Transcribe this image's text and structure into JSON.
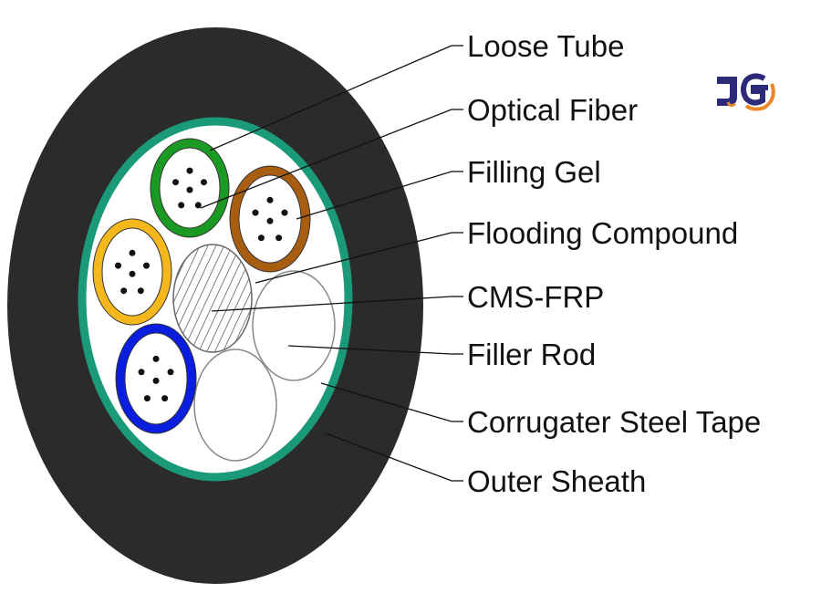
{
  "labels": {
    "loose_tube": "Loose Tube",
    "optical_fiber": "Optical Fiber",
    "filling_gel": "Filling Gel",
    "flooding_compound": "Flooding Compound",
    "cms_frp": "CMS-FRP",
    "filler_rod": "Filler Rod",
    "corrugated_steel_tape": "Corrugater Steel Tape",
    "outer_sheath": "Outer Sheath"
  },
  "logo": {
    "text": "JG",
    "colors": [
      "#2d2a7a",
      "#e8882a"
    ]
  },
  "colors": {
    "sheath": "#2b2b2b",
    "steel_tape": "#1a9a78",
    "tube_green": "#1a9a22",
    "tube_brown": "#a85d10",
    "tube_yellow": "#f5b81c",
    "tube_blue": "#0a1ee0"
  }
}
